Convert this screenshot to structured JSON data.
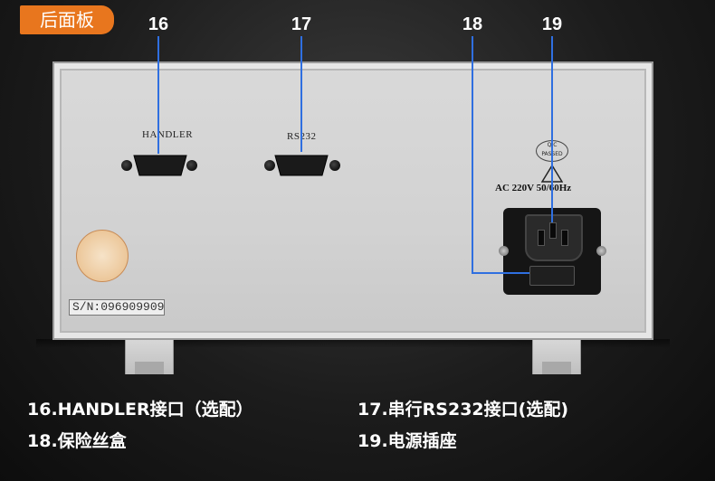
{
  "badge": "后面板",
  "callouts": [
    "16",
    "17",
    "18",
    "19"
  ],
  "ports": {
    "handler": "HANDLER",
    "rs232": "RS232"
  },
  "qc_label": "Q C\nPASSED",
  "ac_rating": "AC 220V  50/60Hz",
  "serial": "S/N:096909909",
  "captions": {
    "c16": "16.HANDLER接口（选配）",
    "c17": "17.串行RS232接口(选配)",
    "c18": "18.保险丝盒",
    "c19": "19.电源插座"
  },
  "colors": {
    "badge": "#e8761e",
    "callout_line": "#2f6fe0"
  }
}
